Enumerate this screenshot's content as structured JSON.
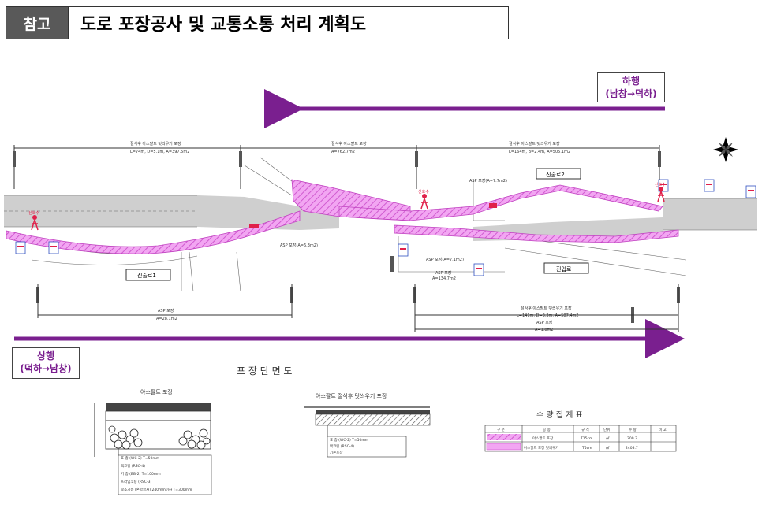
{
  "header": {
    "tag": "참고",
    "title": "도로 포장공사 및 교통소통 처리 계획도"
  },
  "directions": {
    "down": {
      "label": "하행",
      "sub": "(남창→덕하)"
    },
    "up": {
      "label": "상행",
      "sub": "(덕하→남창)"
    }
  },
  "plan": {
    "dim_top": [
      {
        "title": "절삭후 아스팔트 덧씌우기 포장",
        "detail": "L=74m, D=5.1m, A=397.5m2"
      },
      {
        "title": "절삭후 아스팔트 포장",
        "detail": "A=762.7m2"
      },
      {
        "title": "절삭후 아스팔트 덧씌우기 포장",
        "detail": "L=164m, B=2.4m, A=505.1m2"
      }
    ],
    "dim_bottom": [
      {
        "title": "ASP 포장",
        "detail": "A=28.1m2"
      },
      {
        "title": "절삭후 아스팔트 덧씌우기 포장",
        "detail": "L=141m, D=3.3m, A=587.4m2"
      },
      {
        "title": "ASP 포장",
        "detail": "A=1.8m2"
      }
    ],
    "labels": {
      "exit1": "진출로1",
      "exit2": "진출로2",
      "entry": "진입로",
      "asp1": "ASP 포장(A=7.7m2)",
      "asp2": "ASP 포장(A=6.3m2)",
      "asp3": "ASP 포장(A=7.1m2)",
      "asp4": "ASP 포장",
      "asp4_area": "A=134.7m2",
      "signal": "신호수"
    }
  },
  "section": {
    "title": "포 장 단 면 도",
    "asphalt": {
      "title": "아스팔트 포장",
      "layers": [
        "표 층 (WC-2) T=50mm",
        "택코팅 (RSC-4)",
        "기 층 (BB-2) T=100mm",
        "프라임코팅 (RSC-3)",
        "보조기층 (혼합골재) 240mm이하 T=300mm"
      ]
    },
    "overlay": {
      "title": "아스팔트 절삭후 덧씌우기 포장",
      "layers": [
        "표 층 (WC-2) T=50mm",
        "택코팅 (RSC-4)",
        "기존포장"
      ]
    }
  },
  "quantity": {
    "title": "수 량 집 계 표",
    "headers": [
      "구 분",
      "공 종",
      "규 격",
      "단위",
      "수 량",
      "비 고"
    ],
    "rows": [
      [
        "",
        "아스팔트 포장",
        "T15cm",
        "㎡",
        "209.3",
        ""
      ],
      [
        "",
        "아스팔트 포장 덧씌우기",
        "T5cm",
        "㎡",
        "2408.7",
        ""
      ]
    ]
  },
  "colors": {
    "arrow": "#7a1f8f",
    "pave": "#e88ae8",
    "road_band": "#9a9a9a"
  }
}
